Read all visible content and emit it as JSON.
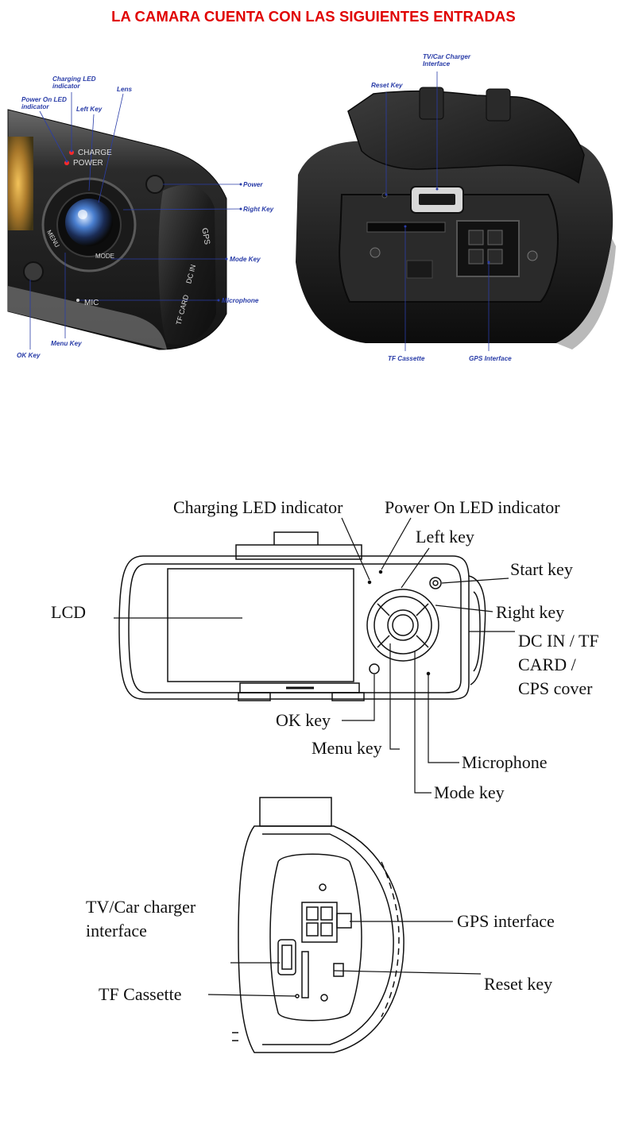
{
  "title": "LA CAMARA CUENTA CON LAS SIGUIENTES ENTRADAS",
  "photo_front": {
    "labels": {
      "charging_led": "Charging LED indicator",
      "power_led": "Power On LED indicator",
      "left_key": "Left Key",
      "lens": "Lens",
      "power": "Power",
      "right_key": "Right Key",
      "mode_key": "Mode Key",
      "microphone": "Microphone",
      "menu_key": "Menu Key",
      "ok_key": "OK Key"
    },
    "device_text": {
      "charge": "CHARGE",
      "power": "POWER",
      "mic": "MIC",
      "menu": "MENU",
      "mode": "MODE",
      "gps": "GPS",
      "tf_card": "TF CARD",
      "dc_in": "DC IN"
    }
  },
  "photo_side": {
    "labels": {
      "tv_car": "TV/Car Charger Interface",
      "reset_key": "Reset Key",
      "tf_cassette": "TF Cassette",
      "gps_interface": "GPS Interface"
    }
  },
  "diagram_front": {
    "labels": {
      "charging_led": "Charging LED indicator",
      "power_led": "Power On LED indicator",
      "left_key": "Left key",
      "start_key": "Start key",
      "lcd": "LCD",
      "right_key": "Right key",
      "dc_in": "DC IN / TF CARD / CPS cover",
      "ok_key": "OK key",
      "menu_key": "Menu key",
      "microphone": "Microphone",
      "mode_key": "Mode key"
    }
  },
  "diagram_side": {
    "labels": {
      "tv_car": "TV/Car charger interface",
      "gps_interface": "GPS interface",
      "reset_key": "Reset key",
      "tf_cassette": "TF Cassette"
    }
  }
}
